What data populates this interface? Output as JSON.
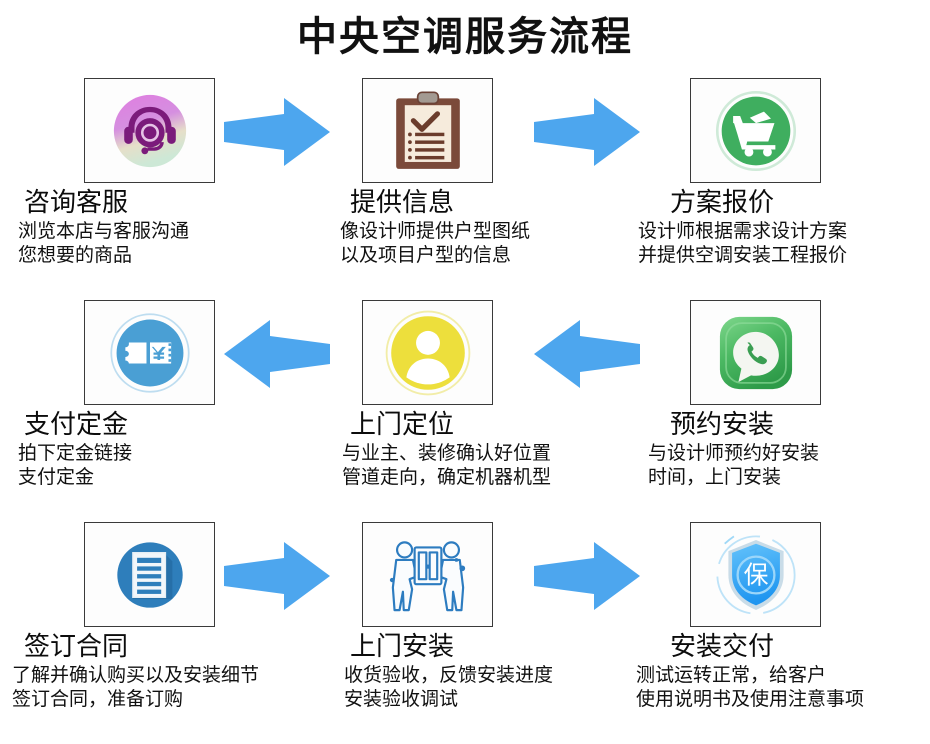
{
  "title": "中央空调服务流程",
  "colors": {
    "arrow_blue": "#4DA6EE",
    "consult_pink": "#D76BD0",
    "clipboard_brown": "#7B4A3A",
    "cart_green": "#3FAE5F",
    "chat_green": "#4CB963",
    "person_yellow": "#EDDF3C",
    "coupon_blue": "#4A9FD4",
    "contract_blue": "#2E7EBB",
    "install_blue": "#2D7CC0",
    "shield_blue": "#33A5F5",
    "box_border": "#3A3A3A",
    "text": "#111111"
  },
  "rows": [
    {
      "name": "row-1",
      "arrow_direction": "right",
      "steps": [
        {
          "id": "consult-service",
          "icon": "headset-icon",
          "title": "咨询客服",
          "desc": [
            "浏览本店与客服沟通",
            "您想要的商品"
          ]
        },
        {
          "id": "provide-info",
          "icon": "clipboard-checklist-icon",
          "title": "提供信息",
          "desc": [
            "像设计师提供户型图纸",
            "以及项目户型的信息"
          ]
        },
        {
          "id": "plan-quote",
          "icon": "shopping-cart-icon",
          "title": "方案报价",
          "desc": [
            "设计师根据需求设计方案",
            "并提供空调安装工程报价"
          ]
        }
      ]
    },
    {
      "name": "row-2",
      "arrow_direction": "left",
      "steps": [
        {
          "id": "pay-deposit",
          "icon": "coupon-yen-icon",
          "title": "支付定金",
          "desc": [
            "拍下定金链接",
            "支付定金"
          ]
        },
        {
          "id": "onsite-survey",
          "icon": "person-avatar-icon",
          "title": "上门定位",
          "desc": [
            "与业主、装修确认好位置",
            "管道走向，确定机器机型"
          ]
        },
        {
          "id": "book-installation",
          "icon": "phone-chat-icon",
          "title": "预约安装",
          "desc": [
            "与设计师预约好安装",
            "时间，上门安装"
          ]
        }
      ]
    },
    {
      "name": "row-3",
      "arrow_direction": "right",
      "steps": [
        {
          "id": "sign-contract",
          "icon": "document-icon",
          "title": "签订合同",
          "desc": [
            "了解并确认购买以及安装细节",
            "签订合同，准备订购"
          ]
        },
        {
          "id": "onsite-installation",
          "icon": "two-workers-icon",
          "title": "上门安装",
          "desc": [
            "收货验收，反馈安装进度",
            "安装验收调试"
          ]
        },
        {
          "id": "installation-delivery",
          "icon": "shield-guarantee-icon",
          "title": "安装交付",
          "desc": [
            "测试运转正常，给客户",
            "使用说明书及使用注意事项"
          ]
        }
      ]
    }
  ],
  "shield_glyph": "保",
  "coupon_glyph": "¥"
}
